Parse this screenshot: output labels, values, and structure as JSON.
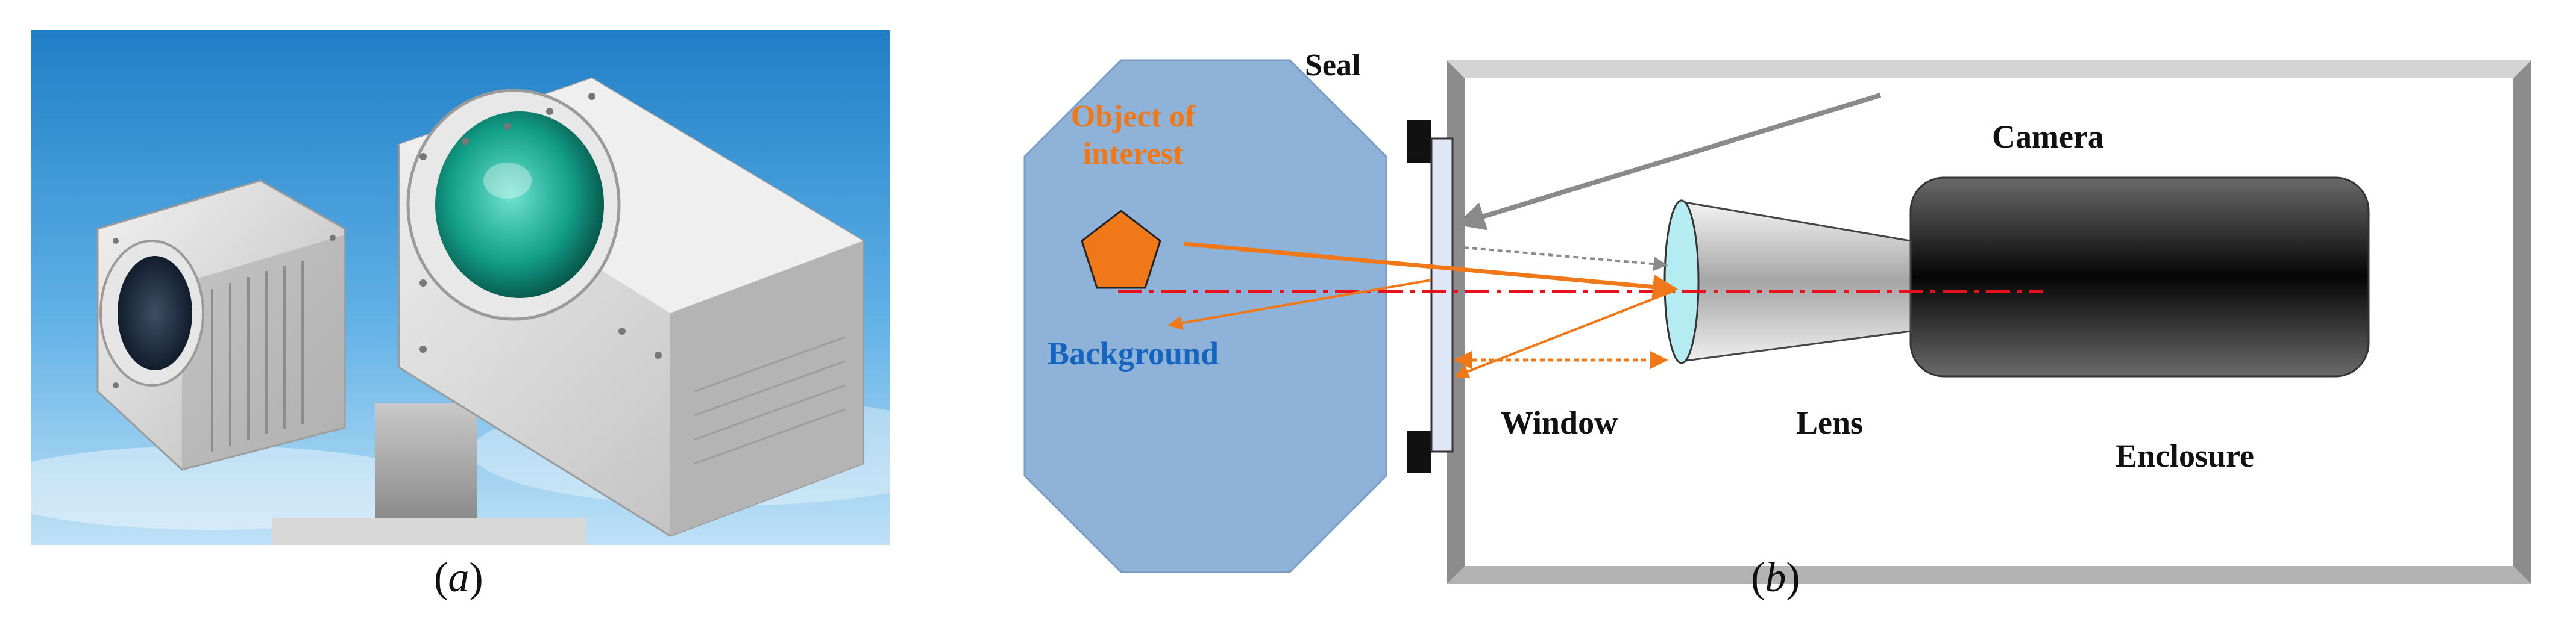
{
  "panel_a": {
    "caption_open": "(",
    "caption_letter": "a",
    "caption_close": ")"
  },
  "panel_b": {
    "caption_open": "(",
    "caption_letter": "b",
    "caption_close": ")",
    "labels": {
      "seal": "Seal",
      "object_line1": "Object of",
      "object_line2": "interest",
      "background": "Background",
      "camera": "Camera",
      "window": "Window",
      "lens": "Lens",
      "enclosure": "Enclosure"
    }
  },
  "colors": {
    "background_region": "#8fb2d9",
    "object": "#f07818",
    "object_label": "#f07818",
    "background_label": "#1565c0",
    "optical_axis": "#e8101a",
    "reflection_arrow": "#8a8a8a",
    "enclosure_frame": "#8c8c8c"
  }
}
